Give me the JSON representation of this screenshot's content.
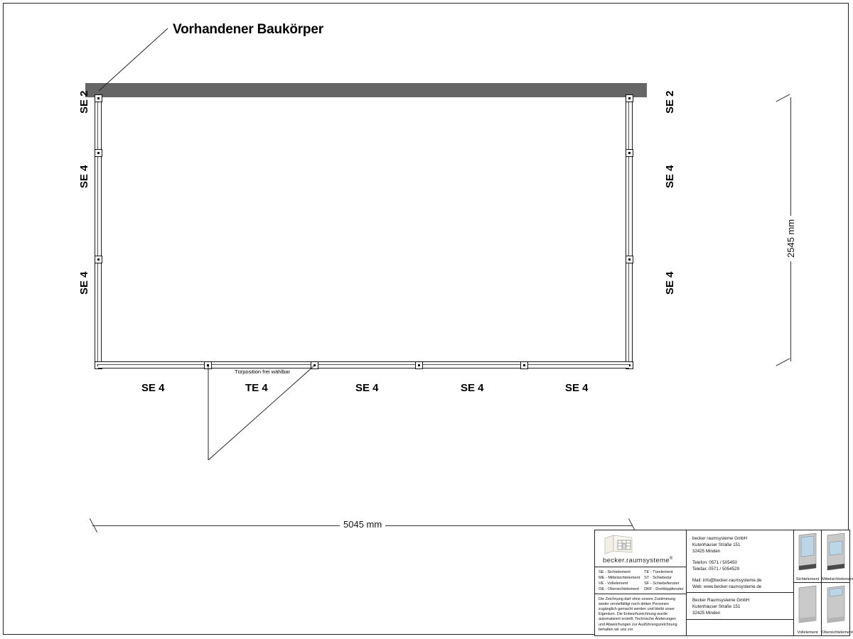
{
  "drawing": {
    "annotation_existing_building": "Vorhandener Baukörper",
    "door_note": "Türposition frei wählbar",
    "dimension_width": "5045 mm",
    "dimension_height": "2545 mm",
    "wall_color": "#666666",
    "line_color": "#1a1a1a",
    "left_wall_labels": [
      "SE 2",
      "SE 4",
      "SE 4"
    ],
    "right_wall_labels": [
      "SE 2",
      "SE 4",
      "SE 4"
    ],
    "bottom_wall_labels": [
      "SE 4",
      "TE 4",
      "SE 4",
      "SE 4",
      "SE 4"
    ]
  },
  "titleblock": {
    "logo_text": "becker.raumsysteme",
    "logo_registered": "®",
    "abbreviations_left": [
      "SE - Sichtelement",
      "ME - Mittelsichtelement",
      "VE - Vollelement",
      "OE - Obersichtelement"
    ],
    "abbreviations_right": [
      "TE - Türelement",
      "ST - Schiebetür",
      "SF - Schiebefenster",
      "DKF - Drehkippfenster"
    ],
    "disclaimer": "Die Zeichnung darf ohne unsere Zustimmung weder vervielfältigt noch dritten Personen zugänglich gemacht werden und bleibt unser Eigentum. Die Entwurfszeichnung wurde automatisiert erstellt. Technische Änderungen und Abweichungen zur Ausführungszeichnung behalten wir uns vor.",
    "company_top": {
      "name": "becker raumsysteme GmbH",
      "street": "Kutenhauser Straße 151",
      "city": "32425 Minden",
      "phone": "Telefon: 0571 / 505450",
      "fax": "Telefax: 0571 / 5054529",
      "mail": "Mail: info@becker-raumsysteme.de",
      "web": "Web: www.becker-raumsysteme.de"
    },
    "company_bottom": {
      "name": "Becker Raumsysteme GmbH",
      "street": "Kutenhauser Straße 151",
      "city": "32425 Minden"
    },
    "panels": [
      {
        "caption": "Sichtelement",
        "type": "glass-upper"
      },
      {
        "caption": "Mittelsichtelement",
        "type": "glass-middle"
      },
      {
        "caption": "Vollelement",
        "type": "solid"
      },
      {
        "caption": "Obersichtelement",
        "type": "glass-top"
      }
    ]
  }
}
